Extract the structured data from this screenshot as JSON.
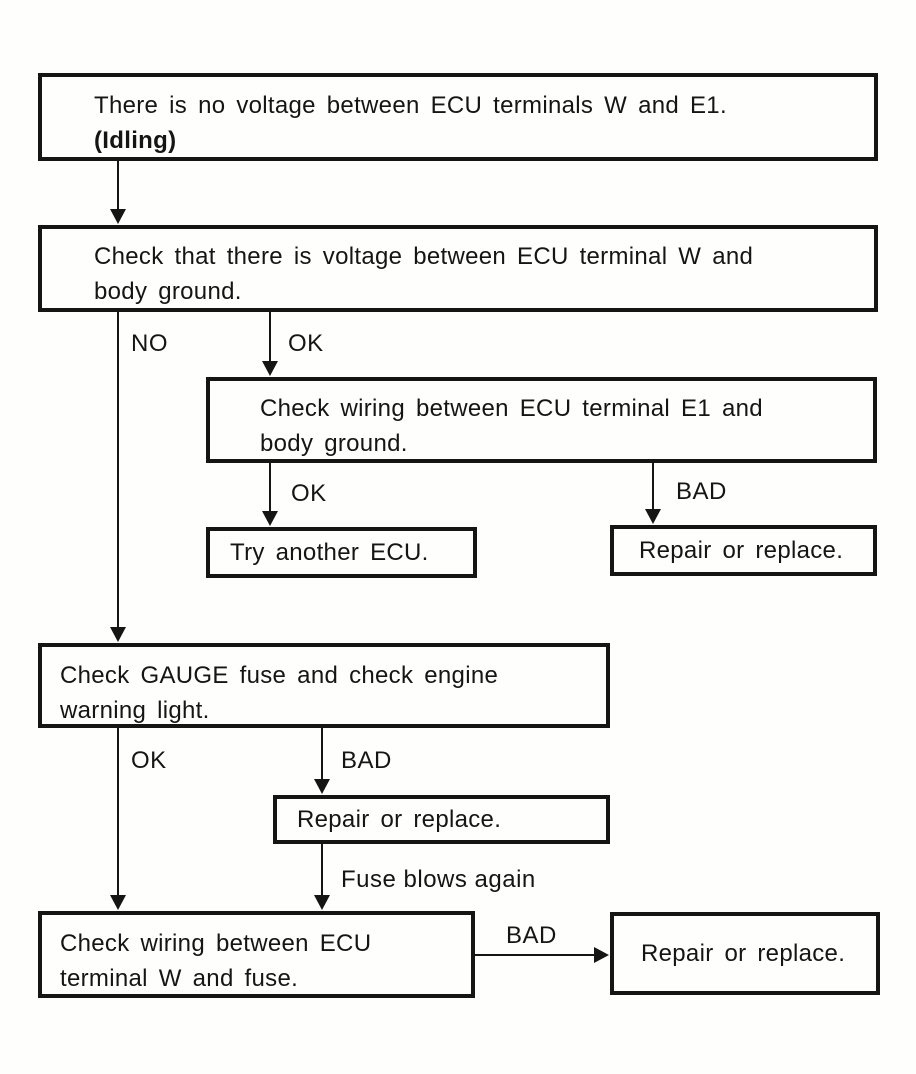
{
  "diagram": {
    "type": "flowchart",
    "nodes": {
      "no_voltage": {
        "lines": [
          "There is no voltage between ECU terminals W and E1.",
          "(Idling)"
        ]
      },
      "check_voltage_w": {
        "lines": [
          "Check that there is voltage between ECU terminal W and",
          "body ground."
        ]
      },
      "check_wiring_e1": {
        "lines": [
          "Check wiring between ECU terminal E1 and",
          "body ground."
        ]
      },
      "try_another_ecu": {
        "lines": [
          "Try another ECU."
        ]
      },
      "repair_or_replace_1": {
        "lines": [
          "Repair or replace."
        ]
      },
      "check_gauge_fuse": {
        "lines": [
          "Check GAUGE fuse and check engine",
          "warning light."
        ]
      },
      "repair_or_replace_2": {
        "lines": [
          "Repair or replace."
        ]
      },
      "check_wiring_w_fuse": {
        "lines": [
          "Check wiring between ECU",
          "terminal W and fuse."
        ]
      },
      "repair_or_replace_3": {
        "lines": [
          "Repair or replace."
        ]
      }
    },
    "edge_labels": {
      "no": "NO",
      "ok_1": "OK",
      "ok_2": "OK",
      "bad_1": "BAD",
      "ok_3": "OK",
      "bad_2": "BAD",
      "fuse_blows_again": "Fuse blows again",
      "bad_3": "BAD"
    },
    "colors": {
      "line": "#151515",
      "text": "#151515",
      "background": "#fefefd"
    }
  }
}
